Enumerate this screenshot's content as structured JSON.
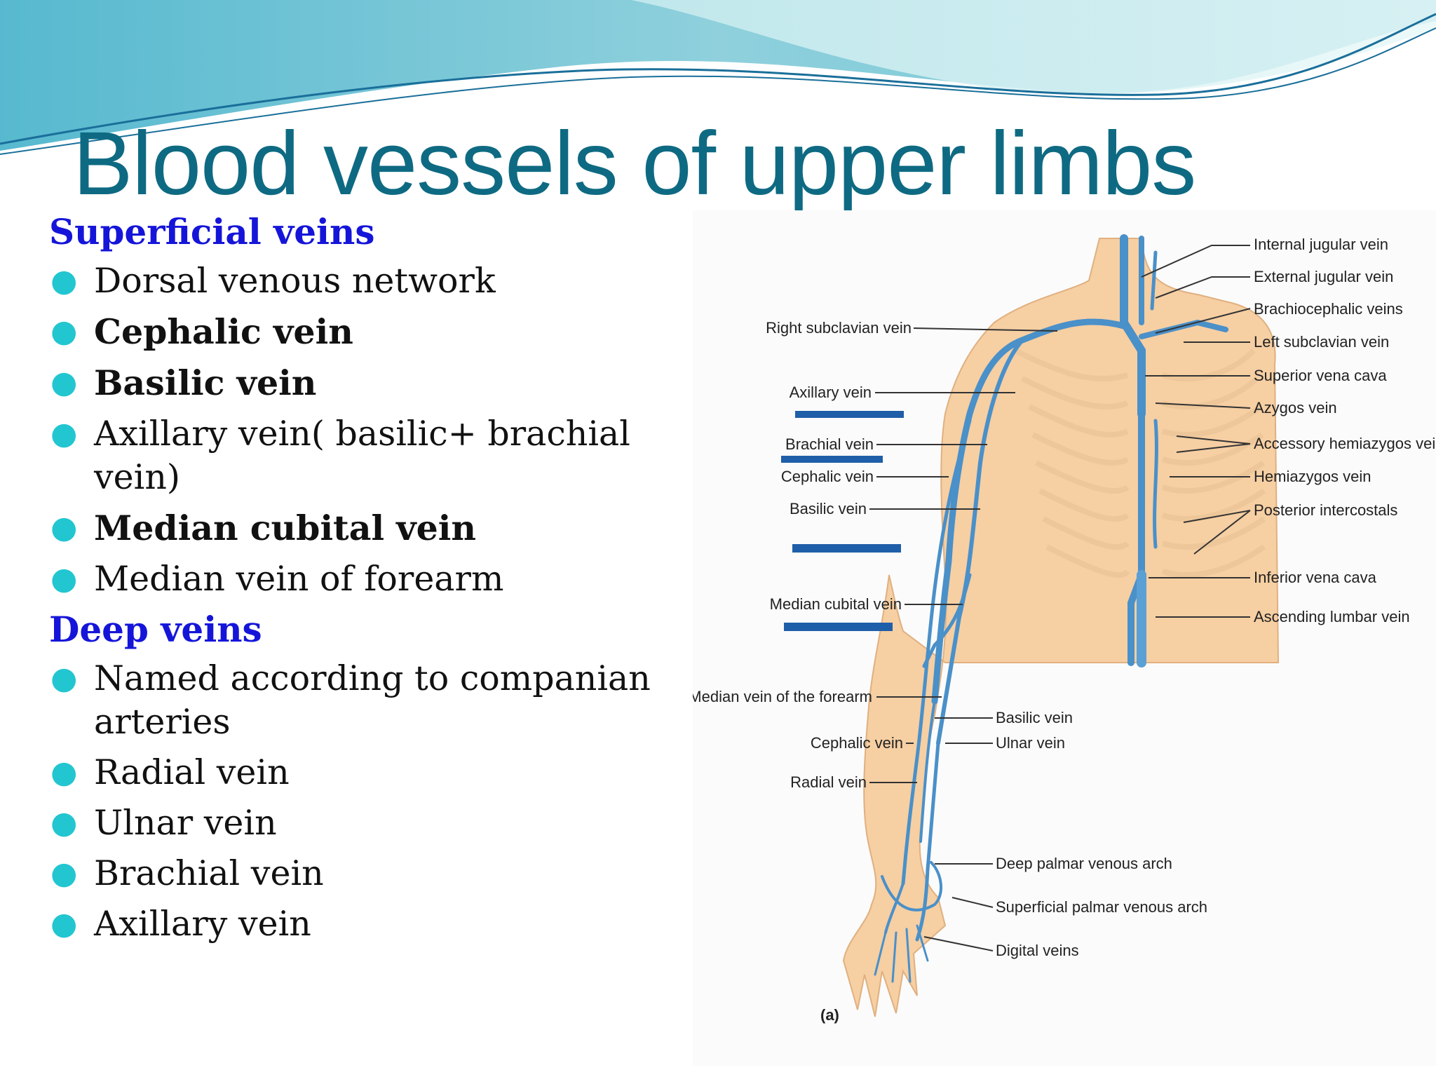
{
  "slide": {
    "title": "Blood vessels of upper limbs",
    "colors": {
      "title": "#0e6a82",
      "heading": "#1515d9",
      "bullet": "#22c6d0",
      "vein": "#4a90c9",
      "skin": "#f6cfa3"
    }
  },
  "superficial": {
    "heading": "Superficial veins",
    "items": [
      {
        "text": " Dorsal venous network"
      },
      {
        "text": "Cephalic vein"
      },
      {
        "text": "Basilic vein"
      },
      {
        "text": " Axillary vein( basilic+ brachial vein)"
      },
      {
        "text": " Median cubital vein"
      },
      {
        "text": " Median vein of forearm"
      }
    ]
  },
  "deep": {
    "heading": "Deep veins",
    "items": [
      {
        "text": " Named according to companian arteries"
      },
      {
        "text": "Radial vein"
      },
      {
        "text": " Ulnar vein"
      },
      {
        "text": "Brachial vein"
      },
      {
        "text": " Axillary vein"
      }
    ]
  },
  "diagram": {
    "labels_right": {
      "internal_jugular": "Internal jugular vein",
      "external_jugular": "External jugular vein",
      "brachiocephalic": "Brachiocephalic veins",
      "left_subclavian": "Left subclavian vein",
      "svc": "Superior vena cava",
      "azygos": "Azygos vein",
      "accessory_hemiazygos": "Accessory hemiazygos vein",
      "hemiazygos": "Hemiazygos vein",
      "posterior_intercostals": "Posterior intercostals",
      "ivc": "Inferior vena cava",
      "ascending_lumbar": "Ascending lumbar vein"
    },
    "labels_left": {
      "right_subclavian": "Right subclavian vein",
      "axillary": "Axillary vein",
      "brachial": "Brachial vein",
      "cephalic": "Cephalic vein",
      "basilic": "Basilic vein",
      "median_cubital": "Median cubital vein",
      "median_forearm": "Median vein of the forearm",
      "cephalic_lower": "Cephalic vein",
      "radial": "Radial vein"
    },
    "labels_lower": {
      "basilic": "Basilic vein",
      "ulnar": "Ulnar vein",
      "deep_palmar": "Deep palmar venous arch",
      "superficial_palmar": "Superficial palmar venous arch",
      "digital": "Digital veins"
    },
    "panel": "(a)"
  }
}
